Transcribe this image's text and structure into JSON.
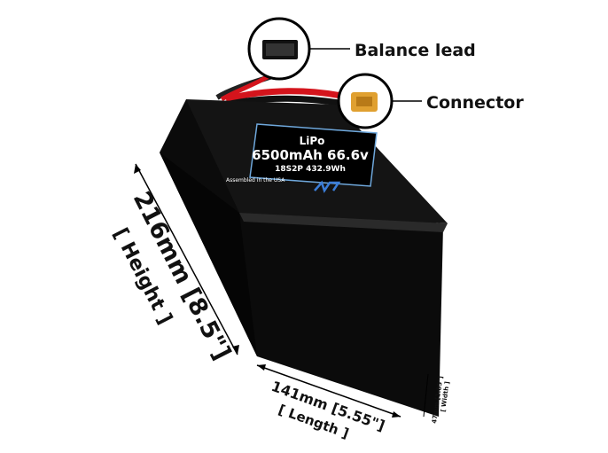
{
  "callouts": {
    "balance_lead": "Balance lead",
    "connector": "Connector"
  },
  "battery_label": {
    "chemistry": "LiPo",
    "capacity_voltage": "6500mAh 66.6v",
    "config_energy": "18S2P 432.9Wh",
    "assembled": "Assembled in the USA",
    "brand_logo": "MaxAmps"
  },
  "dimensions": {
    "height": "216mm [8.5\"]",
    "height_label": "[ Height ]",
    "length": "141mm [5.55\"]",
    "length_label": "[ Length ]",
    "width": "47mm [1.85\"]",
    "width_label": "[ Width ]"
  },
  "colors": {
    "battery": "#0a0a0a",
    "label_border": "#6fa8dc",
    "cable_red": "#d4141c",
    "connector": "#e0a030"
  }
}
